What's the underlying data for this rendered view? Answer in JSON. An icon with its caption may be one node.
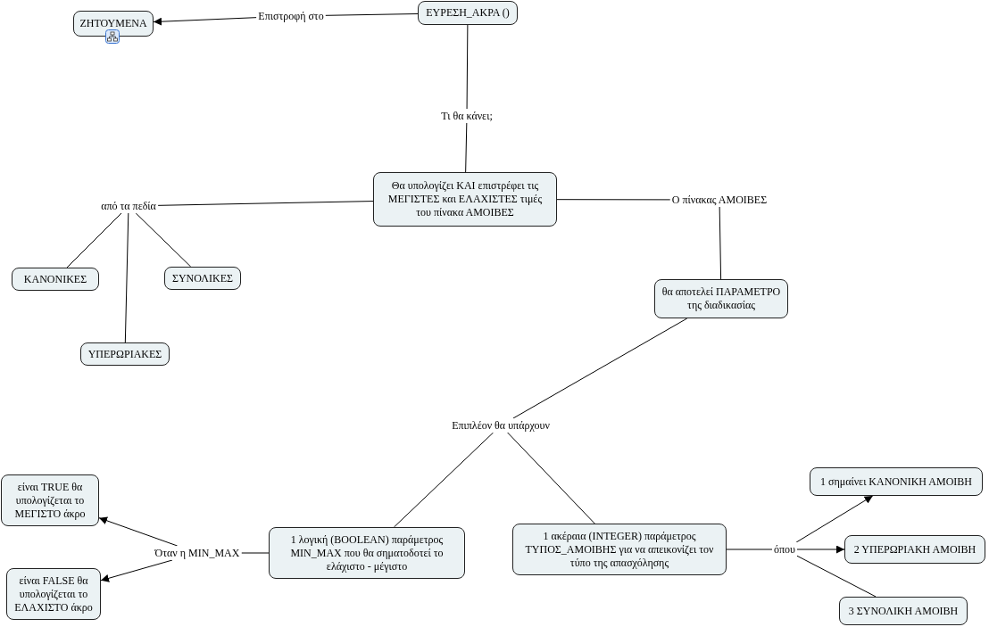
{
  "diagram": {
    "nodes": [
      {
        "text": [
          "ΖΗΤΟΥΜΕΝΑ"
        ]
      },
      {
        "text": [
          "ΕΥΡΕΣΗ_ΑΚΡΑ ()"
        ]
      },
      {
        "text": [
          "Επιστροφή στο"
        ]
      },
      {
        "text": [
          "Τι θα κάνει;"
        ]
      },
      {
        "text": [
          "Θα υπολογίζει ΚΑΙ επιστρέφει τις ΜΕΓΙΣΤΕΣ και ΕΛΑΧΙΣΤΕΣ τιμές του πίνακα ΑΜΟΙΒΕΣ"
        ]
      },
      {
        "text": [
          "από τα πεδία"
        ]
      },
      {
        "text": [
          "Ο πίνακας ΑΜΟΙΒΕΣ"
        ]
      },
      {
        "text": [
          "ΚΑΝΟΝΙΚΕΣ"
        ]
      },
      {
        "text": [
          "ΣΥΝΟΛΙΚΕΣ"
        ]
      },
      {
        "text": [
          "ΥΠΕΡΩΡΙΑΚΕΣ"
        ]
      },
      {
        "text": [
          "θα αποτελεί ΠΑΡΑΜΕΤΡΟ της διαδικασίας"
        ]
      },
      {
        "text": [
          "Επιπλέον θα υπάρχουν"
        ]
      },
      {
        "text": [
          "είναι TRUE θα υπολογίζεται το ΜΕΓΙΣΤΟ άκρο"
        ]
      },
      {
        "text": [
          "1 σημαίνει ΚΑΝΟΝΙΚΗ ΑΜΟΙΒΗ"
        ]
      },
      {
        "text": [
          "Όταν η MIN_MAX"
        ]
      },
      {
        "text": [
          "1 λογική (BOOLEAN) παράμετρος MIN_MAX που θα σηματοδοτεί το ελάχιστο - μέγιστο"
        ]
      },
      {
        "text": [
          "1 ακέραια (INTEGER) παράμετρος ΤΥΠΟΣ_ΑΜΟΙΒΗΣ για να απεικονίζει τον τύπο της απασχόλησης"
        ]
      },
      {
        "text": [
          "όπου"
        ]
      },
      {
        "text": [
          "2 ΥΠΕΡΩΡΙΑΚΗ ΑΜΟΙΒΗ"
        ]
      },
      {
        "text": [
          "είναι FALSE θα υπολογίζεται το ΕΛΑΧΙΣΤΟ άκρο"
        ]
      },
      {
        "text": [
          "3 ΣΥΝΟΛΙΚΗ ΑΜΟΙΒΗ"
        ]
      }
    ],
    "edges": [
      {
        "from": 1,
        "to": 2,
        "arrow": "none"
      },
      {
        "from": 2,
        "to": 0,
        "arrow": "to"
      },
      {
        "from": 1,
        "to": 3,
        "arrow": "none"
      },
      {
        "from": 3,
        "to": 4,
        "arrow": "none"
      },
      {
        "from": 4,
        "to": 5,
        "arrow": "none"
      },
      {
        "from": 5,
        "to": 7,
        "arrow": "none"
      },
      {
        "from": 5,
        "to": 9,
        "arrow": "none"
      },
      {
        "from": 5,
        "to": 8,
        "arrow": "none"
      },
      {
        "from": 4,
        "to": 6,
        "arrow": "none"
      },
      {
        "from": 6,
        "to": 10,
        "arrow": "none"
      },
      {
        "from": 10,
        "to": 11,
        "arrow": "none"
      },
      {
        "from": 11,
        "to": 15,
        "arrow": "none"
      },
      {
        "from": 11,
        "to": 16,
        "arrow": "none"
      },
      {
        "from": 15,
        "to": 14,
        "arrow": "none"
      },
      {
        "from": 14,
        "to": 12,
        "arrow": "to"
      },
      {
        "from": 14,
        "to": 19,
        "arrow": "to"
      },
      {
        "from": 16,
        "to": 17,
        "arrow": "none"
      },
      {
        "from": 17,
        "to": 13,
        "arrow": "to"
      },
      {
        "from": 17,
        "to": 18,
        "arrow": "to"
      },
      {
        "from": 17,
        "to": 20,
        "arrow": "none"
      }
    ]
  }
}
